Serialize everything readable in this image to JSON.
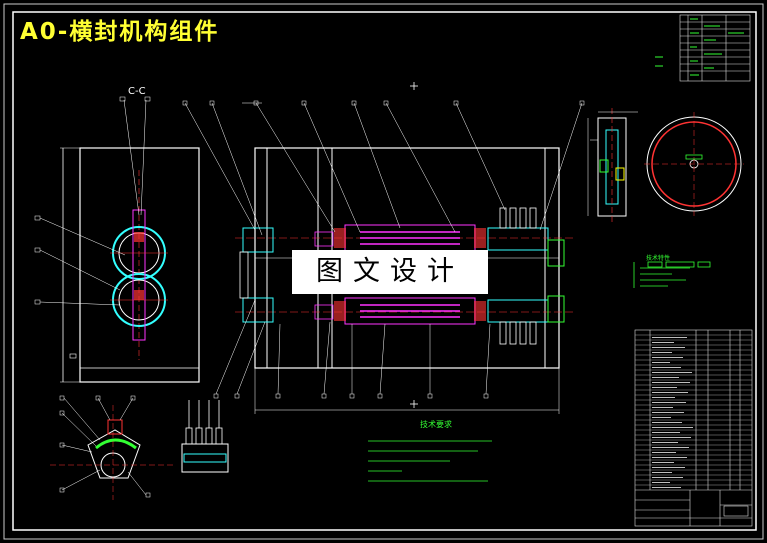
{
  "drawing": {
    "title": "A0-横封机构组件",
    "watermark": "图文设计",
    "section_label": "C-C",
    "requirements_title": "技术要求",
    "tech_title": "技术特性"
  },
  "colors": {
    "background": "#000000",
    "title": "#ffff33",
    "frame": "#ffffff",
    "green": "#33ff33",
    "magenta": "#ff33ff",
    "red": "#ff3333",
    "cyan": "#33ffff",
    "yellow": "#ffff00"
  }
}
